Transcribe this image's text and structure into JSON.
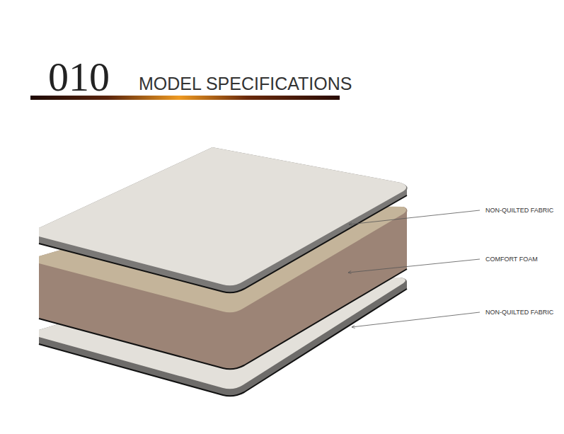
{
  "diagram": {
    "title": "MODEL SPECIFICATIONS",
    "labels": [
      "010",
      "NON-QUILTED FABRIC",
      "COMFORT FOAM",
      "NON-QUILTED FABRIC"
    ]
  }
}
